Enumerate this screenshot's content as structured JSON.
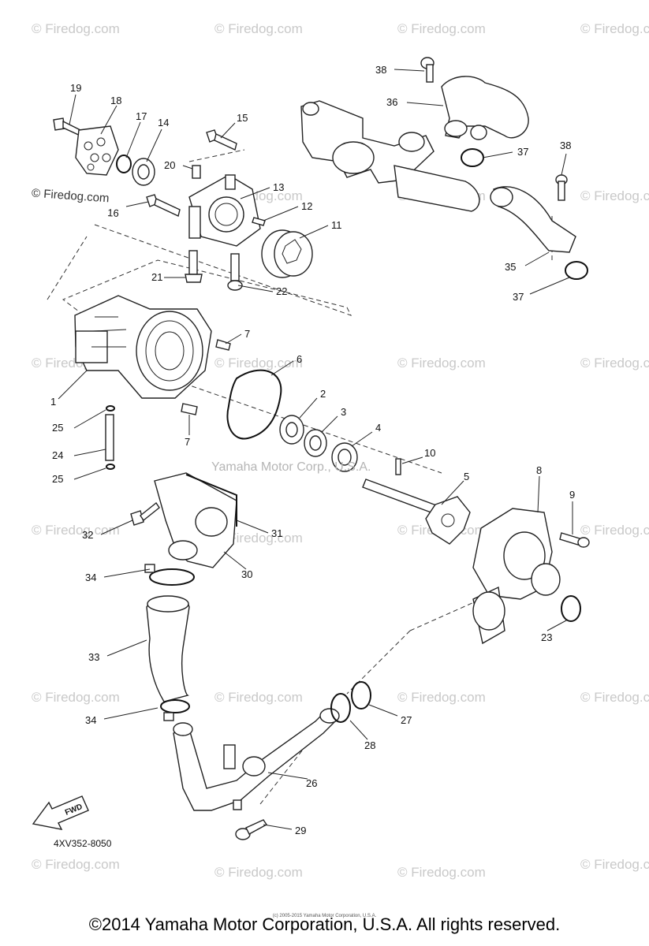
{
  "diagram": {
    "watermark_text": "© Firedog.com",
    "corner_watermark": "© Firedog.com",
    "center_watermark": "Yamaha Motor Corp., U.S.A.",
    "document_number": "4XV352-8050",
    "fwd_label": "FWD",
    "tiny_credit": "(c) 2005-2015 Yamaha Motor Corporation, U.S.A.",
    "copyright": "©2014 Yamaha Motor Corporation, U.S.A. All rights reserved.",
    "callouts": {
      "c1": "1",
      "c2": "2",
      "c3": "3",
      "c4": "4",
      "c5": "5",
      "c6": "6",
      "c7a": "7",
      "c7b": "7",
      "c8": "8",
      "c9": "9",
      "c10": "10",
      "c11": "11",
      "c12": "12",
      "c13": "13",
      "c14": "14",
      "c15": "15",
      "c16": "16",
      "c17": "17",
      "c18": "18",
      "c19": "19",
      "c20": "20",
      "c21": "21",
      "c22": "22",
      "c23": "23",
      "c24": "24",
      "c25a": "25",
      "c25b": "25",
      "c26": "26",
      "c27": "27",
      "c28": "28",
      "c29": "29",
      "c30": "30",
      "c31": "31",
      "c32": "32",
      "c33": "33",
      "c34a": "34",
      "c34b": "34",
      "c35": "35",
      "c36": "36",
      "c37a": "37",
      "c37b": "37",
      "c38a": "38",
      "c38b": "38"
    }
  }
}
